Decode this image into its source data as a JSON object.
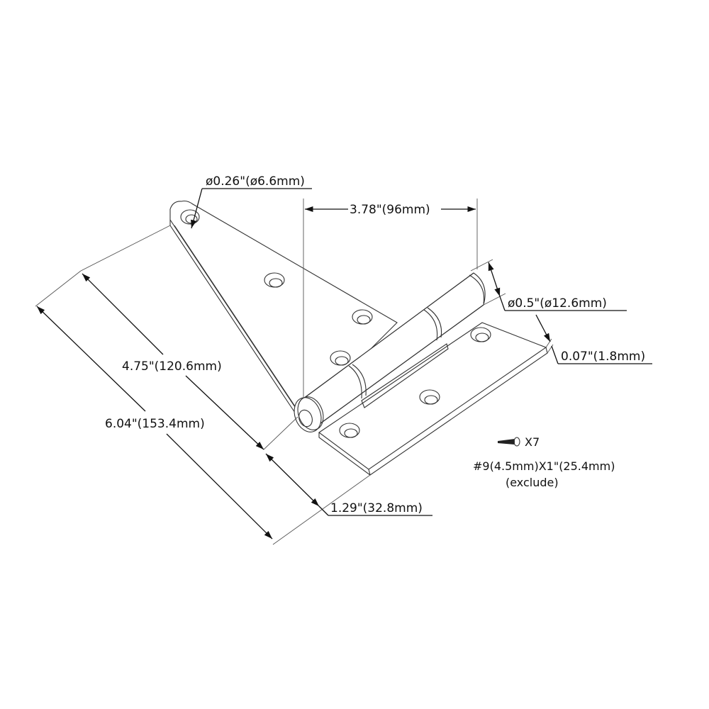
{
  "drawing": {
    "subject": "T-hinge technical drawing",
    "dimensions": {
      "hole_diameter": "ø0.26\"(ø6.6mm)",
      "leaf_width": "3.78\"(96mm)",
      "knuckle_diameter": "ø0.5\"(ø12.6mm)",
      "thickness": "0.07\"(1.8mm)",
      "strap_length": "4.75\"(120.6mm)",
      "overall_length": "6.04\"(153.4mm)",
      "leaf_length": "1.29\"(32.8mm)"
    },
    "screws": {
      "quantity": "X7",
      "spec": "#9(4.5mm)X1\"(25.4mm)",
      "note": "(exclude)"
    },
    "colors": {
      "line": "#333333",
      "background": "#ffffff"
    }
  }
}
